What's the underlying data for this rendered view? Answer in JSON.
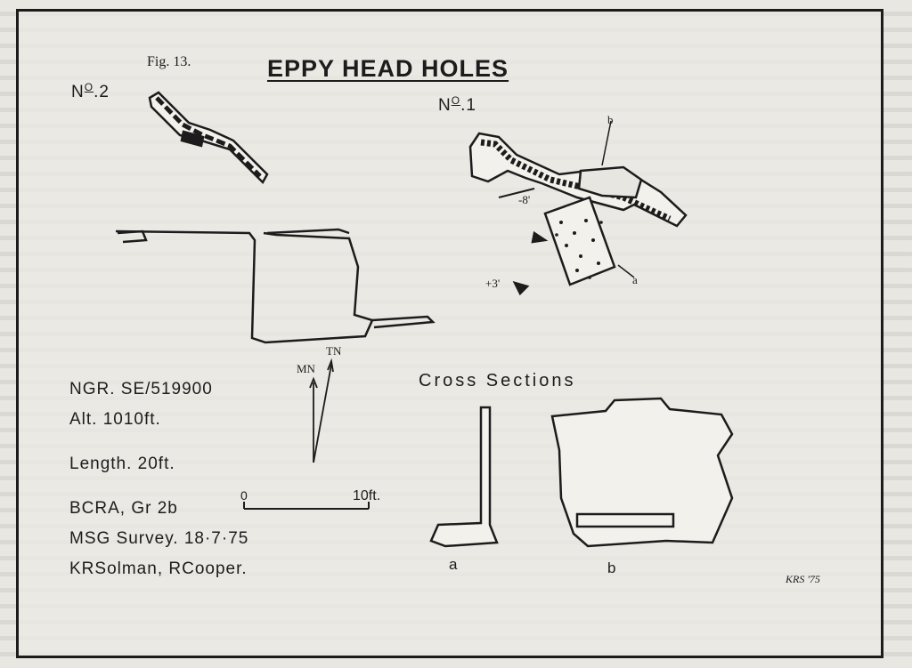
{
  "figure": {
    "fig_label": "Fig. 13.",
    "title": "EPPY HEAD HOLES",
    "hole2_label": {
      "prefix": "N",
      "sup": "O",
      "num": ".2"
    },
    "hole1_label": {
      "prefix": "N",
      "sup": "O",
      "num": ".1"
    },
    "plan_labels": {
      "b": "b",
      "a": "a",
      "depth_neg8": "-8'",
      "depth_pos3": "+3'"
    },
    "north": {
      "magnetic": "MN",
      "true": "TN"
    },
    "scale": {
      "zero": "0",
      "ten": "10ft."
    },
    "cross_sections": {
      "title": "Cross Sections",
      "a": "a",
      "b": "b"
    },
    "info": {
      "ngr": "NGR. SE/519900",
      "alt": "Alt. 1010ft.",
      "length": "Length. 20ft.",
      "grade": "BCRA, Gr 2b",
      "survey": "MSG Survey. 18·7·75",
      "surveyors": "KRSolman, RCooper."
    },
    "initials": "KRS '75"
  }
}
